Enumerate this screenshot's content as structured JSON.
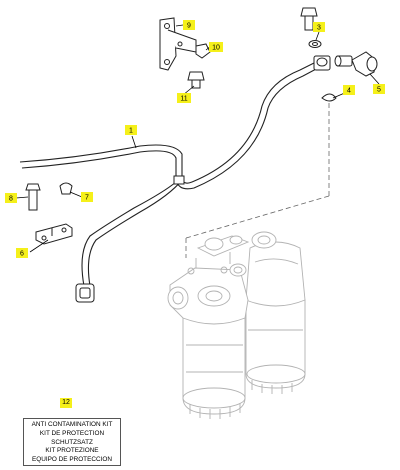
{
  "callouts": {
    "c1": "1",
    "c3": "3",
    "c4": "4",
    "c5": "5",
    "c6": "6",
    "c7": "7",
    "c8": "8",
    "c9": "9",
    "c10": "10",
    "c11": "11",
    "c12": "12"
  },
  "kit": {
    "lines": [
      "ANTI CONTAMINATION KIT",
      "KIT DE PROTECTION",
      "SCHUTZSATZ",
      "KIT PROTEZIONE",
      "EQUIPO DE PROTECCION"
    ]
  },
  "colors": {
    "callout_badge": "#f5f01a",
    "ghost_lines": "#b3b3b3"
  }
}
